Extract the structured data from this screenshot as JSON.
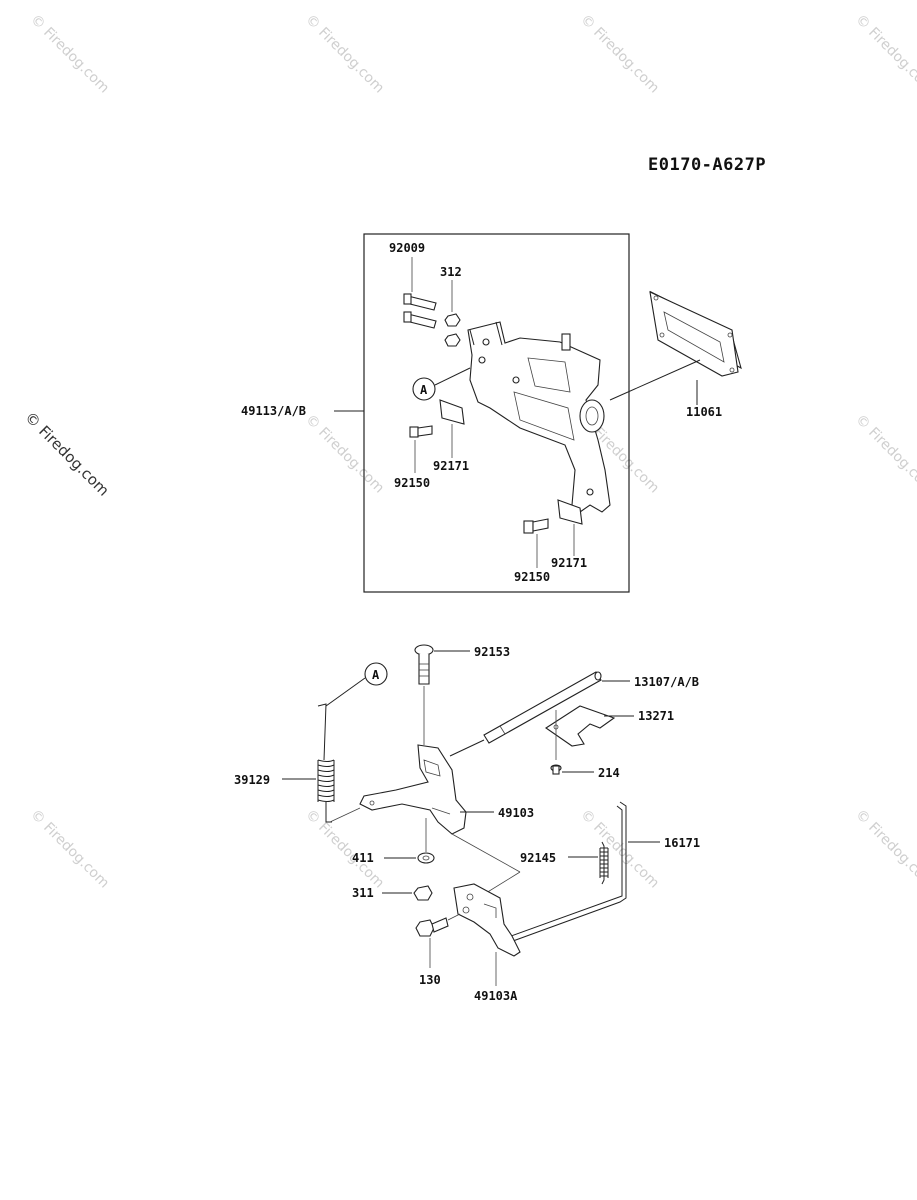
{
  "diagram_code": "E0170-A627P",
  "watermark": {
    "text": "© Firedog.com"
  },
  "callouts": {
    "ref_a": "A"
  },
  "part_numbers": {
    "p92009": "92009",
    "p312": "312",
    "p49113": "49113/A/B",
    "p11061": "11061",
    "p92171_top": "92171",
    "p92150_top": "92150",
    "p92171_bot": "92171",
    "p92150_bot": "92150",
    "p92153": "92153",
    "p13107": "13107/A/B",
    "p13271": "13271",
    "p214": "214",
    "p39129": "39129",
    "p49103": "49103",
    "p411": "411",
    "p92145": "92145",
    "p16171": "16171",
    "p311": "311",
    "p130": "130",
    "p49103a": "49103A"
  }
}
